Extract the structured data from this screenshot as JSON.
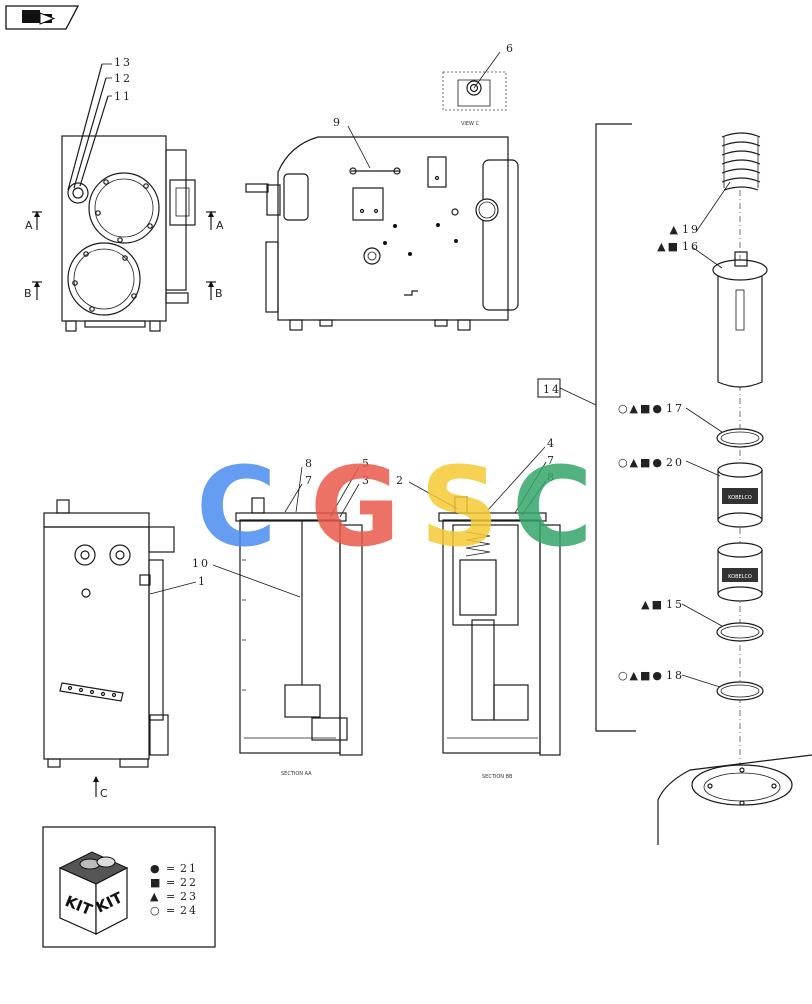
{
  "nav": {
    "back_icon": "back-arrow-icon"
  },
  "callouts": {
    "c1": "1",
    "c2": "2",
    "c3": "3",
    "c4": "4",
    "c5": "5",
    "c6": "6",
    "c7a": "7",
    "c7b": "7",
    "c8a": "8",
    "c8b": "8",
    "c9": "9",
    "c10": "10",
    "c11": "11",
    "c12": "12",
    "c13": "13",
    "c14": "14"
  },
  "parts_list": [
    {
      "num": "19",
      "symbols": "▲"
    },
    {
      "num": "16",
      "symbols": "▲■"
    },
    {
      "num": "17",
      "symbols": "○▲■●"
    },
    {
      "num": "20",
      "symbols": "○▲■●"
    },
    {
      "num": "15",
      "symbols": "▲■"
    },
    {
      "num": "18",
      "symbols": "○▲■●"
    }
  ],
  "section_markers": {
    "a": "A",
    "b": "B",
    "c": "C"
  },
  "view_labels": {
    "view_c": "VIEW C",
    "section_aa": "SECTION AA",
    "section_bb": "SECTION BB"
  },
  "kit_legend": {
    "box_text_1": "KIT",
    "box_text_2": "KIT",
    "rows": [
      {
        "symbol": "●",
        "eq": "=",
        "num": "21"
      },
      {
        "symbol": "■",
        "eq": "=",
        "num": "22"
      },
      {
        "symbol": "▲",
        "eq": "=",
        "num": "23"
      },
      {
        "symbol": "○",
        "eq": "=",
        "num": "24"
      }
    ]
  },
  "watermark": {
    "letters": [
      "C",
      "G",
      "S",
      "C"
    ],
    "colors": [
      "#4a8df0",
      "#ea5a4c",
      "#f6c935",
      "#34a66b"
    ]
  },
  "cylinder_label": "KOBELCO"
}
